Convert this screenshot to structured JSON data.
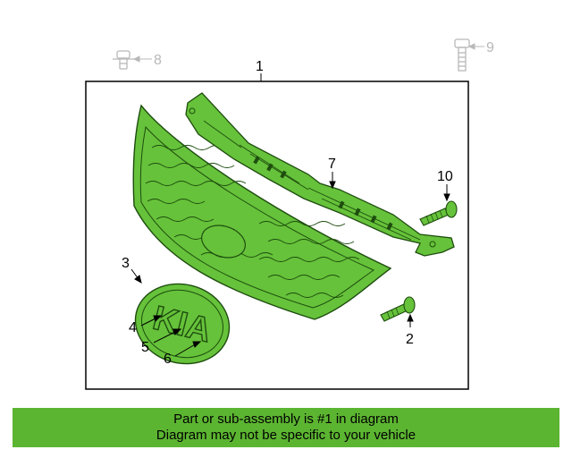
{
  "colors": {
    "part_fill": "#66c23a",
    "part_stroke": "#1e4d0f",
    "faded": "#b8b8b8",
    "footer_bg": "#5cb531"
  },
  "callouts": {
    "c1": "1",
    "c2": "2",
    "c3": "3",
    "c4": "4",
    "c5": "5",
    "c6": "6",
    "c7": "7",
    "c8": "8",
    "c9": "9",
    "c10": "10"
  },
  "emblem": {
    "text": "KIA"
  },
  "footer": {
    "line1": "Part or sub-assembly is #1 in diagram",
    "line2": "Diagram may not be specific to your vehicle"
  }
}
